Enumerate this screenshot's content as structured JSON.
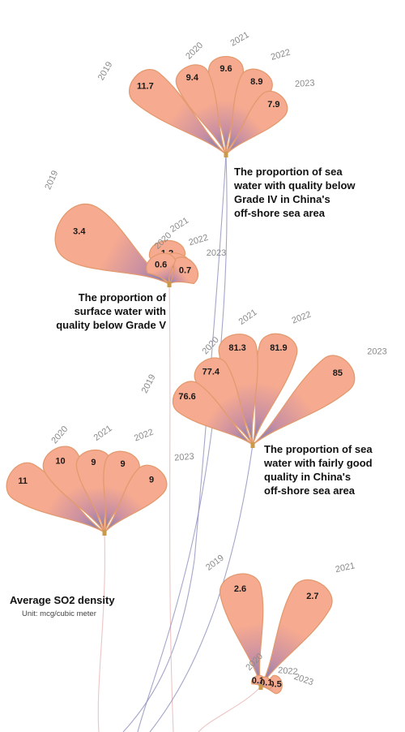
{
  "colors": {
    "petal_top": "#f6aa90",
    "petal_mid": "#c98fa2",
    "petal_base": "#6e7cb8",
    "petal_edge": "#e39a6e",
    "stem_blue": "#8d90bd",
    "stem_pink": "#e9b7b5"
  },
  "chart_data": [
    {
      "type": "radial-petal",
      "title": [
        "The proportion of sea",
        "water with quality below",
        "Grade IV in China's",
        "off-shore sea area"
      ],
      "unit": "",
      "series": [
        {
          "categories": [
            "2019",
            "2020",
            "2021",
            "2022",
            "2023"
          ],
          "values": [
            11.7,
            9.4,
            9.6,
            8.9,
            7.9
          ],
          "labels": [
            "11.7",
            "9.4",
            "9.6",
            "8.9",
            "7.9"
          ]
        }
      ]
    },
    {
      "type": "radial-petal",
      "title": [
        "The proportion of",
        "surface water with",
        "quality below Grade V"
      ],
      "unit": "",
      "series": [
        {
          "categories": [
            "2019",
            "2020",
            "2021",
            "2022",
            "2023"
          ],
          "values": [
            3.4,
            0.6,
            1.2,
            0.7,
            0.7
          ],
          "labels": [
            "3.4",
            "0.6",
            "1.2",
            "0.7",
            "0.7"
          ]
        }
      ]
    },
    {
      "type": "radial-petal",
      "title": [
        "The proportion of sea",
        "water with fairly good",
        "quality in China's",
        "off-shore sea area"
      ],
      "unit": "",
      "series": [
        {
          "categories": [
            "2019",
            "2020",
            "2021",
            "2022",
            "2023"
          ],
          "values": [
            76.6,
            77.4,
            81.3,
            81.9,
            85
          ],
          "labels": [
            "76.6",
            "77.4",
            "81.3",
            "81.9",
            "85"
          ]
        }
      ]
    },
    {
      "type": "radial-petal",
      "title": [
        "Average SO2 density"
      ],
      "unit": "Unit: mcg/cubic meter",
      "series": [
        {
          "categories": [
            "2019",
            "2020",
            "2021",
            "2022",
            "2023"
          ],
          "values": [
            11,
            10,
            9,
            9,
            9
          ],
          "labels": [
            "11",
            "10",
            "9",
            "9",
            "9"
          ]
        }
      ]
    },
    {
      "type": "radial-petal",
      "title": [],
      "unit": "",
      "series": [
        {
          "categories": [
            "2019",
            "2020",
            "2021",
            "2022",
            "2023"
          ],
          "values": [
            2.6,
            0.1,
            2.7,
            0.1,
            0.5
          ],
          "labels": [
            "2.6",
            "0.1",
            "2.7",
            "0.1",
            "0.5"
          ]
        }
      ]
    }
  ]
}
